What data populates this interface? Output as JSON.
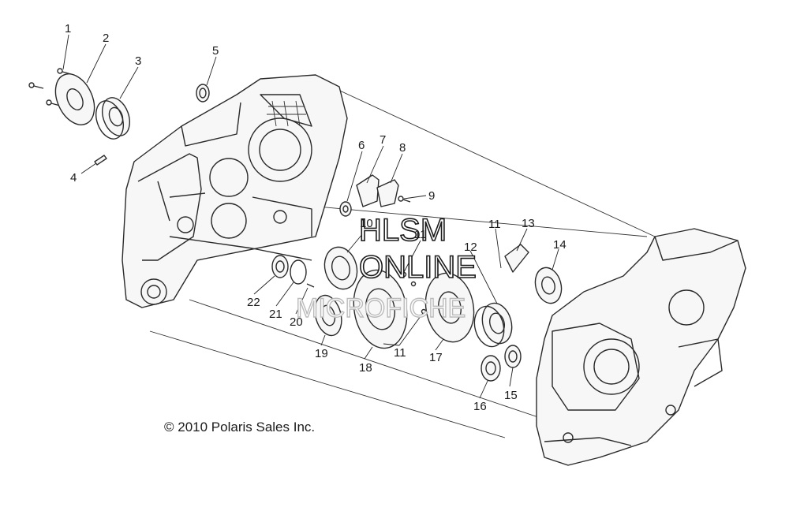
{
  "diagram": {
    "copyright": "© 2010 Polaris Sales Inc.",
    "callouts": {
      "c1": "1",
      "c2": "2",
      "c3": "3",
      "c4": "4",
      "c5": "5",
      "c6": "6",
      "c7": "7",
      "c8": "8",
      "c9": "9",
      "c10": "10",
      "c11a": "11",
      "c11b": "11",
      "c11c": "11",
      "c12": "12",
      "c13": "13",
      "c14": "14",
      "c15": "15",
      "c16": "16",
      "c17": "17",
      "c18": "18",
      "c19": "19",
      "c20": "20",
      "c21": "21",
      "c22": "22"
    }
  },
  "watermark": {
    "line1": "HLSM",
    "line2": "ONLINE",
    "line3": "MICROFICHE"
  }
}
